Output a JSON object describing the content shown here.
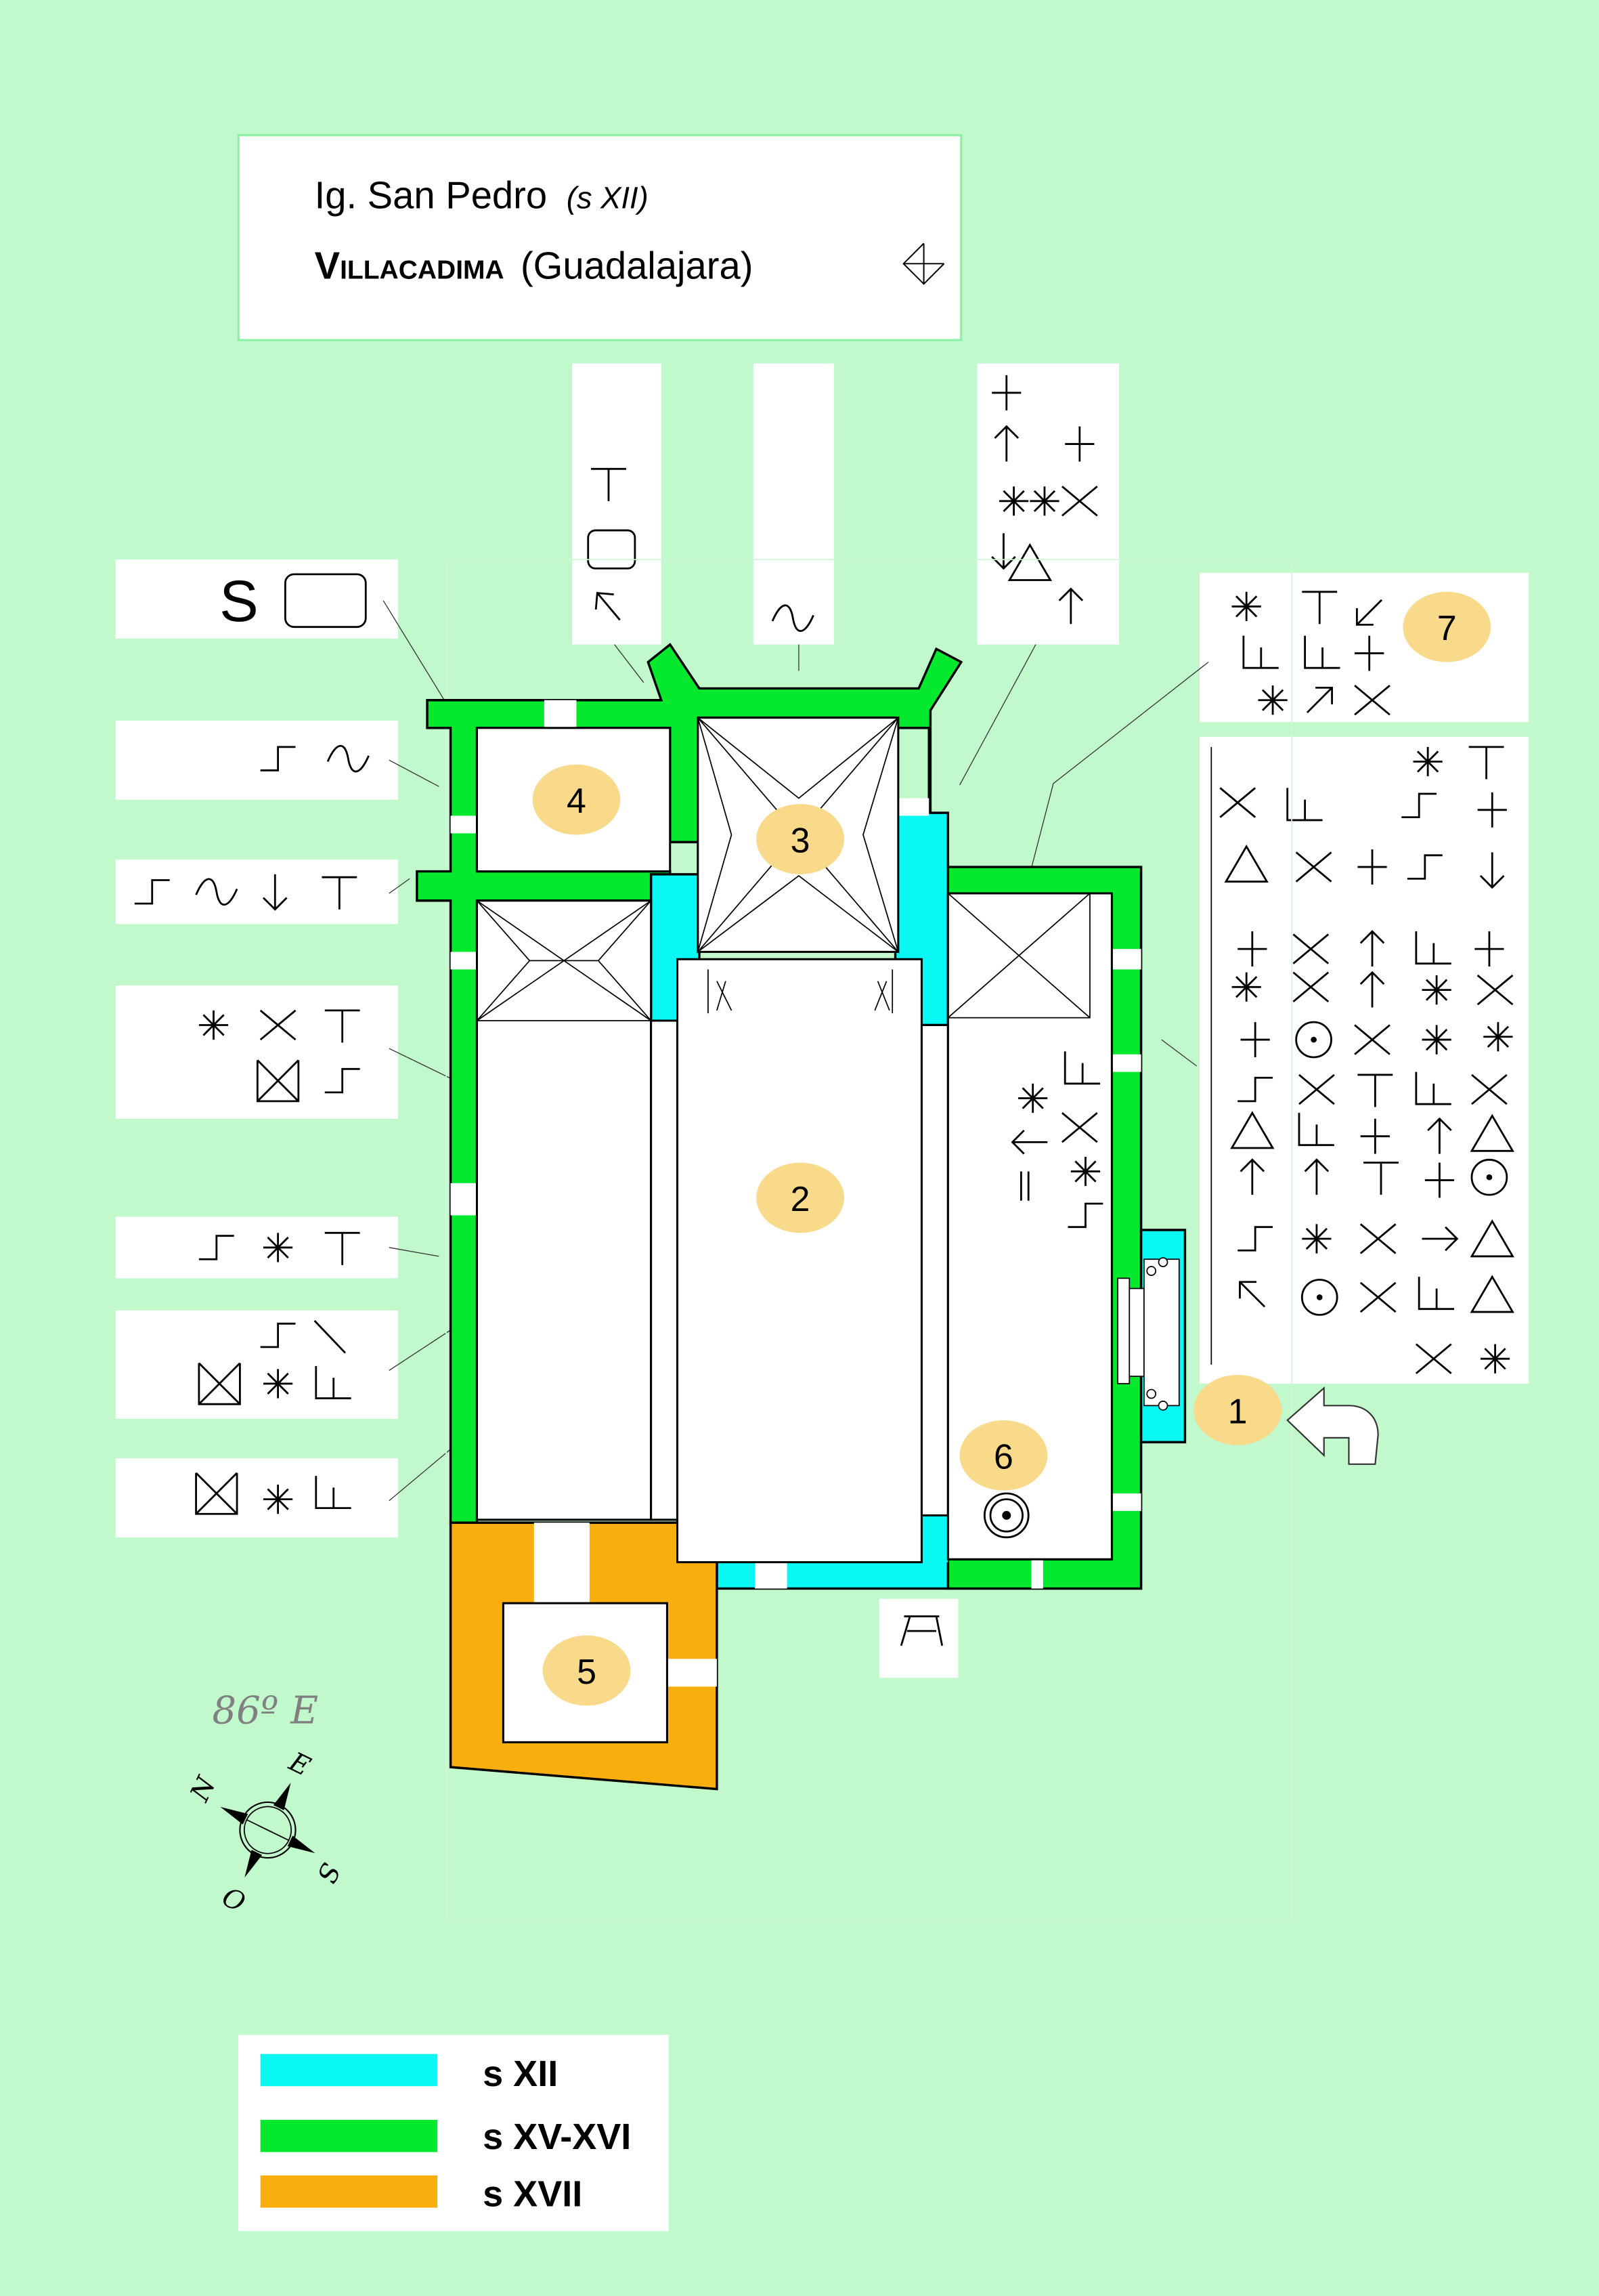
{
  "title": {
    "church": "Ig. San Pedro",
    "century": "(s XII)",
    "town": "Villacadima",
    "province": "(Guadalajara)"
  },
  "rooms": [
    "1",
    "2",
    "3",
    "4",
    "5",
    "6",
    "7"
  ],
  "orientation": {
    "bearing": "86º E",
    "north": "N",
    "east": "E",
    "south": "S",
    "west": "O"
  },
  "legend": [
    {
      "label": "s XII",
      "color": "#0af8f4"
    },
    {
      "label": "s XV-XVI",
      "color": "#04e82e"
    },
    {
      "label": "s XVII",
      "color": "#f8ae0c"
    }
  ],
  "colors": {
    "background": "#c2f9cc",
    "badge": "#f9d98a",
    "s_xii": "#0af8f4",
    "s_xv_xvi": "#04e82e",
    "s_xvii": "#f8ae0c"
  }
}
